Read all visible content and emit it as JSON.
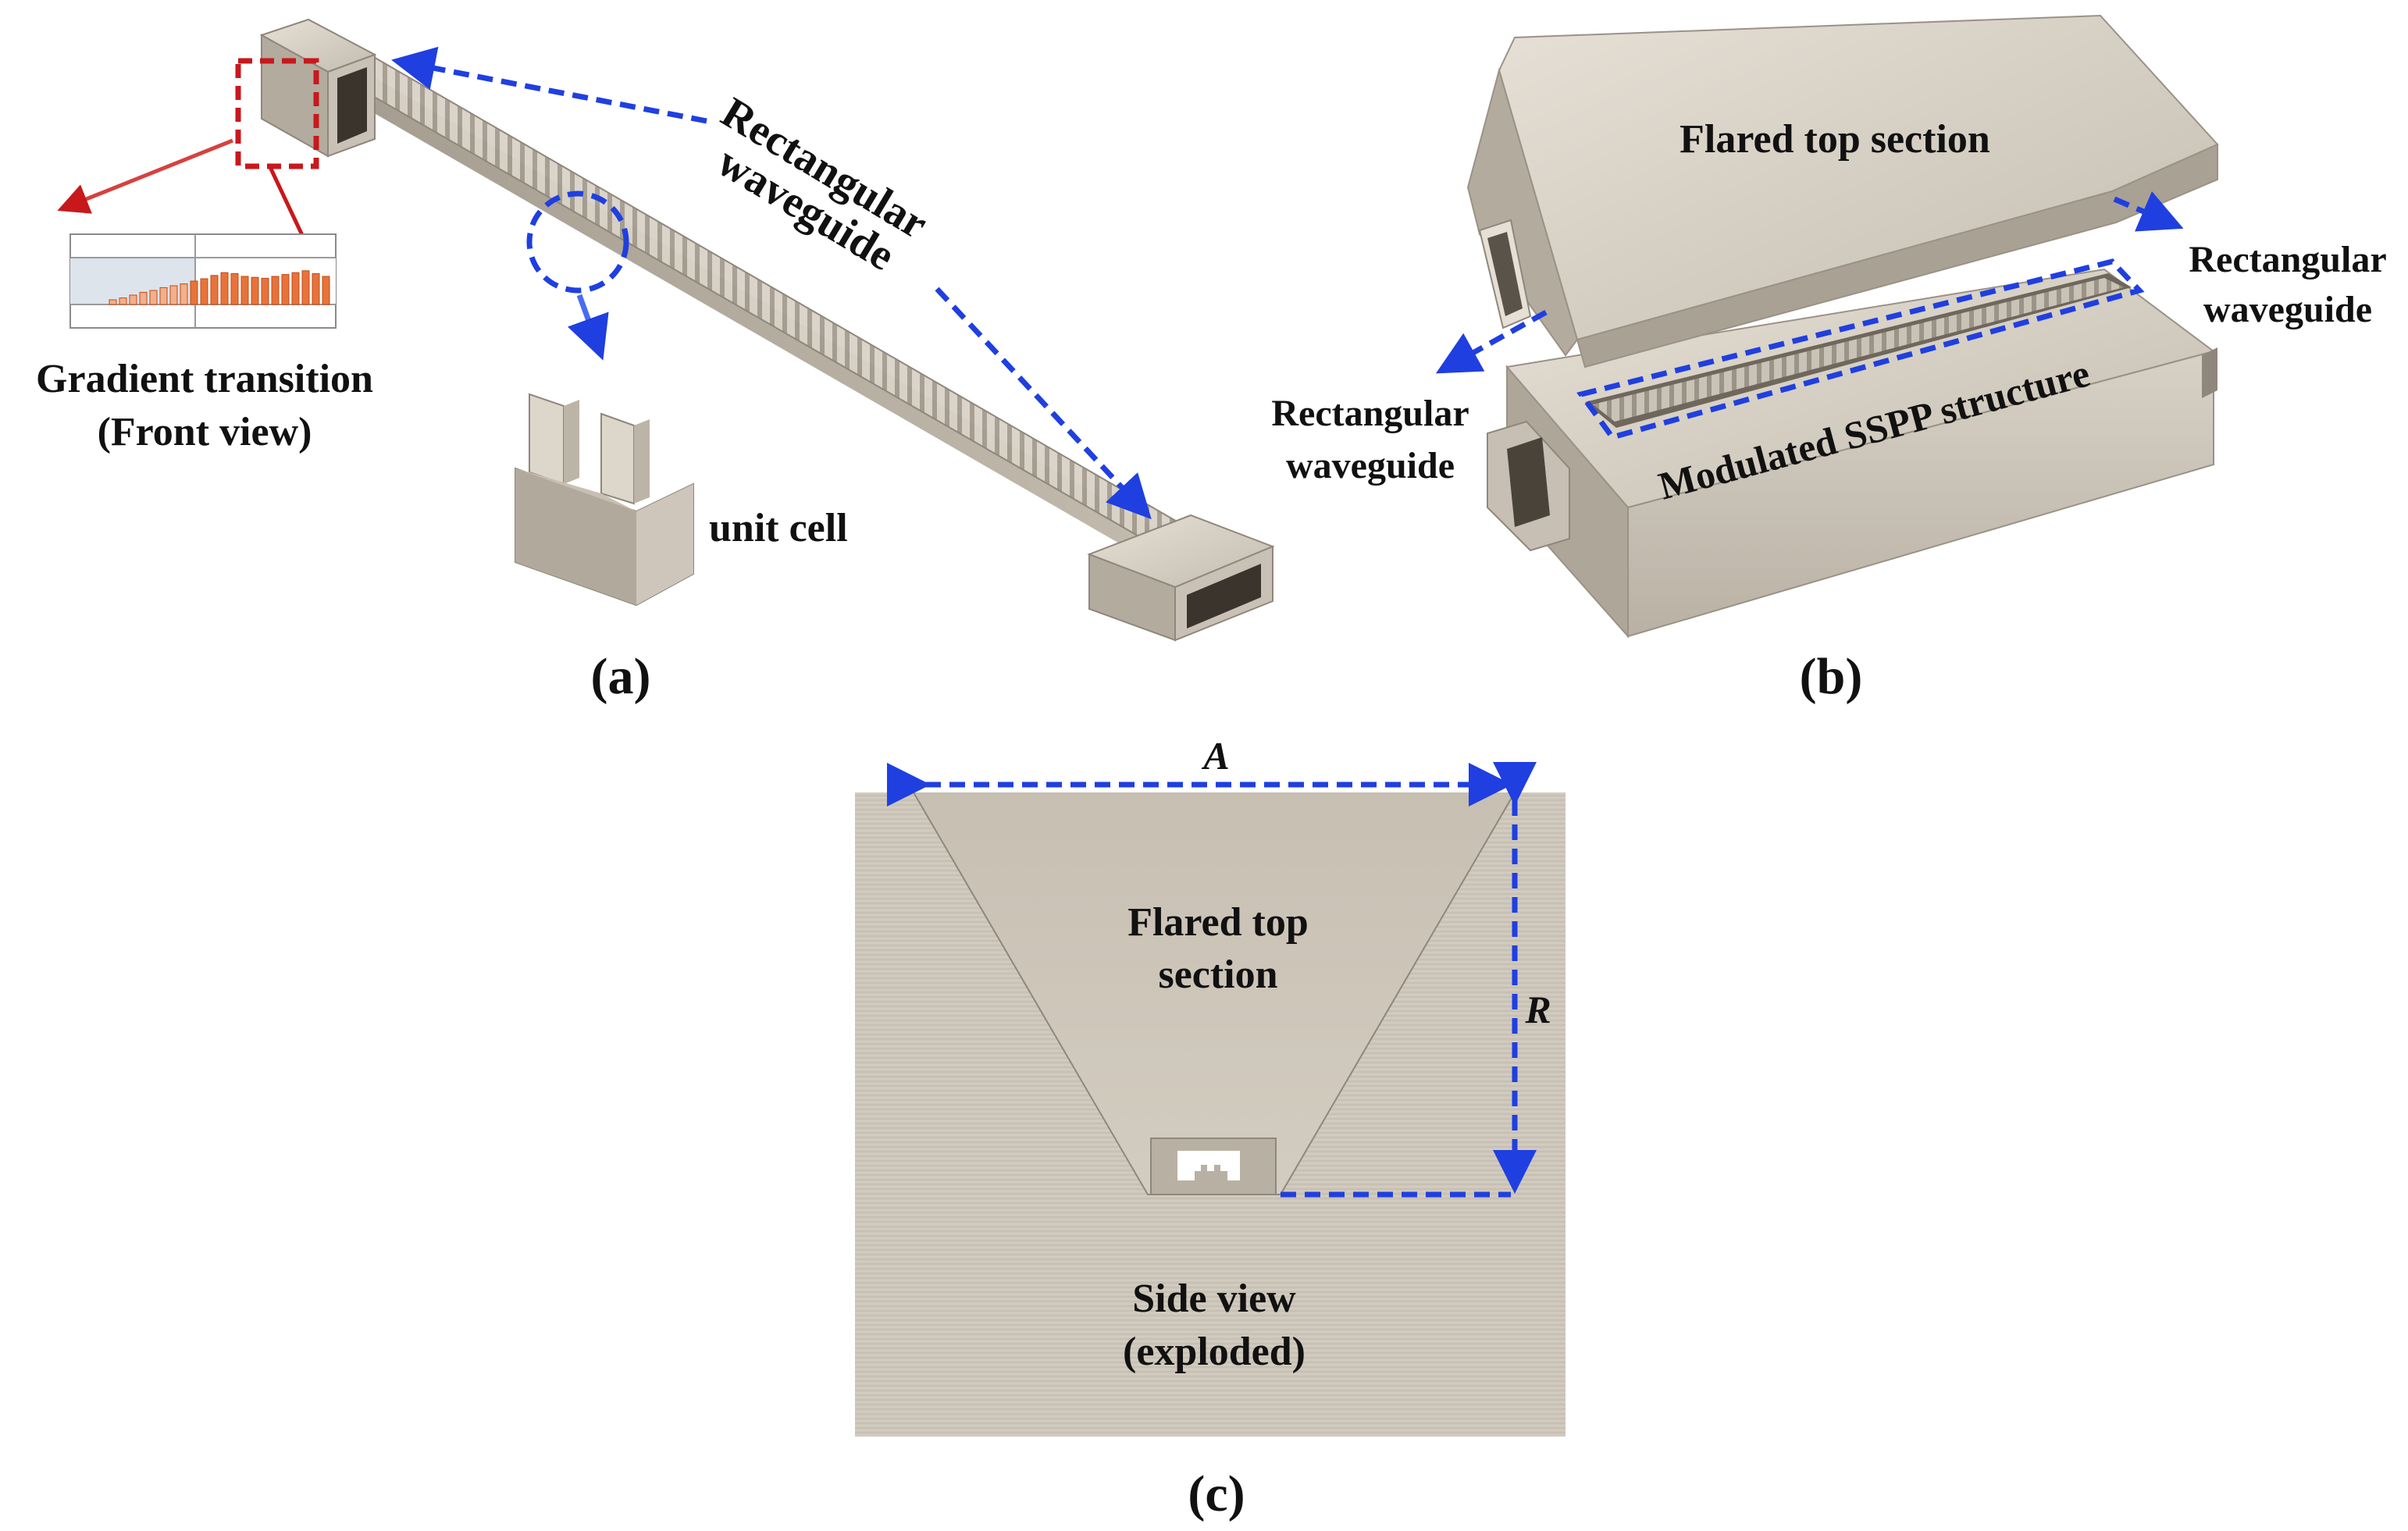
{
  "panel_a": {
    "label": "(a)",
    "waveguide_label_line1": "Rectangular",
    "waveguide_label_line2": "waveguide",
    "gradient_label_line1": "Gradient transition",
    "gradient_label_line2": "(Front view)",
    "unit_cell_label": "unit cell",
    "gradient_bars": [
      0.1,
      0.14,
      0.2,
      0.26,
      0.3,
      0.36,
      0.4,
      0.44,
      0.5,
      0.55,
      0.62,
      0.68,
      0.66,
      0.6,
      0.58,
      0.56,
      0.6,
      0.64,
      0.68,
      0.72,
      0.66,
      0.6
    ]
  },
  "panel_b": {
    "label": "(b)",
    "flared_label": "Flared top section",
    "waveguide_right_line1": "Rectangular",
    "waveguide_right_line2": "waveguide",
    "waveguide_left_line1": "Rectangular",
    "waveguide_left_line2": "waveguide",
    "sspp_label": "Modulated SSPP  structure"
  },
  "panel_c": {
    "label": "(c)",
    "dim_a": "A",
    "dim_r": "R",
    "flared_line1": "Flared top",
    "flared_line2": "section",
    "side_line1": "Side view",
    "side_line2": "(exploded)"
  },
  "colors": {
    "metal": "#c9c1b5",
    "metal_dark": "#8f877b",
    "metal_light": "#ddd6cb",
    "dash_blue": "#1f3fe0",
    "dash_red": "#c8181c",
    "bar_orange": "#e8733a"
  }
}
